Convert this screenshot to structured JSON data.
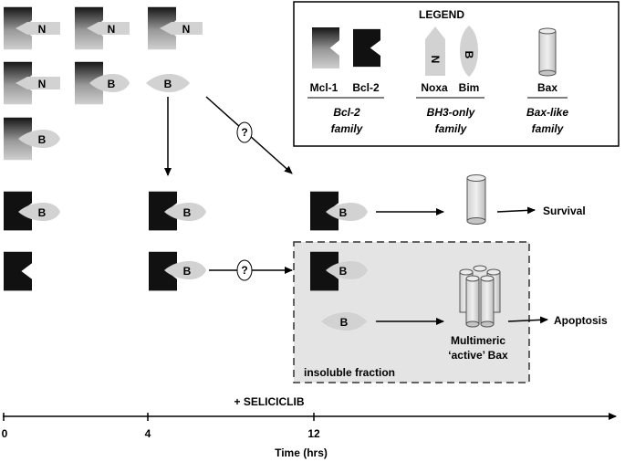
{
  "legend": {
    "title": "LEGEND",
    "mcl1": "Mcl-1",
    "bcl2": "Bcl-2",
    "noxa": "Noxa",
    "bim": "Bim",
    "bax": "Bax",
    "bcl2_family_line1": "Bcl-2",
    "bcl2_family_line2": "family",
    "bh3_family_line1": "BH3-only",
    "bh3_family_line2": "family",
    "bax_family_line1": "Bax-like",
    "bax_family_line2": "family"
  },
  "symbols": {
    "noxa_short": "N",
    "bim_short": "B",
    "unknown": "?"
  },
  "outcomes": {
    "survival": "Survival",
    "apoptosis": "Apoptosis",
    "multimeric_line1": "Multimeric",
    "multimeric_line2": "‘active’ Bax"
  },
  "insoluble_label": "insoluble fraction",
  "treatment": "+ SELICICLIB",
  "timeline": {
    "ticks": [
      "0",
      "4",
      "12"
    ],
    "axis_label": "Time (hrs)"
  },
  "colors": {
    "mcl1_top": "#1a1a1a",
    "mcl1_mid": "#aaaaaa",
    "bcl2": "#111111",
    "bh3": "#d2d2d2",
    "insoluble_bg": "#e4e4e4"
  }
}
